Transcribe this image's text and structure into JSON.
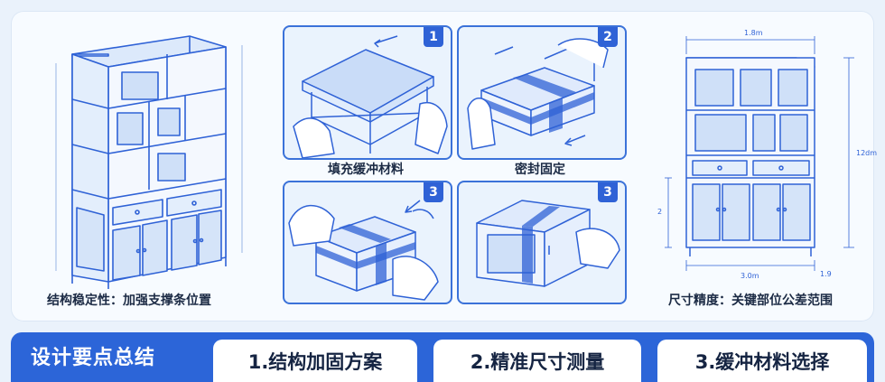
{
  "left_caption": "结构稳定性：加强支撑条位置",
  "right_caption": "尺寸精度：关键部位公差范围",
  "steps": [
    {
      "badge": "1",
      "caption": "填充缓冲材料"
    },
    {
      "badge": "2",
      "caption": "密封固定"
    },
    {
      "badge": "3",
      "caption": ""
    },
    {
      "badge": "3",
      "caption": ""
    }
  ],
  "dims": {
    "top": "1.8m",
    "right": "12dm",
    "left": "2",
    "bottom": "3.0m",
    "bottom_small": "1.9"
  },
  "summary": {
    "title": "设计要点总结",
    "items": [
      "1.结构加固方案",
      "2.精准尺寸测量",
      "3.缓冲材料选择"
    ]
  },
  "colors": {
    "accent": "#2f62d6",
    "outline": "#3b72d9",
    "bar": "#2c65d8"
  }
}
